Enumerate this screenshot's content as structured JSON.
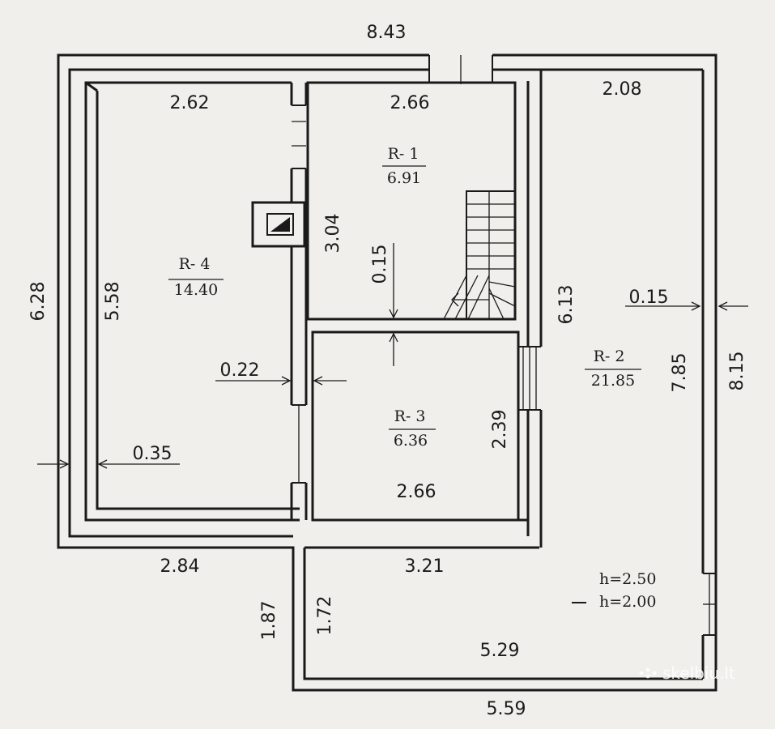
{
  "overall": {
    "top_width": "8.43",
    "left_height": "6.28",
    "right_height": "8.15",
    "bottom_width": "5.59",
    "bottom_left_width": "2.84",
    "annex_height": "1.87"
  },
  "rooms": [
    {
      "id": "R-1",
      "name": "R- 1",
      "area": "6.91",
      "width": "2.66",
      "height": "3.04",
      "wall": "0.15"
    },
    {
      "id": "R-2",
      "name": "R- 2",
      "area": "21.85",
      "width": "2.08",
      "height_a": "6.13",
      "height_b": "7.85",
      "wall": "0.15"
    },
    {
      "id": "R-3",
      "name": "R- 3",
      "area": "6.36",
      "width": "2.66",
      "height": "2.39"
    },
    {
      "id": "R-4",
      "name": "R- 4",
      "area": "14.40",
      "width": "2.62",
      "height": "5.58",
      "wall_inner": "0.22",
      "wall_outer": "0.35"
    }
  ],
  "annex": {
    "width_top": "3.21",
    "width_inner": "5.29",
    "height_inner": "1.72",
    "h_main": "h=2.50",
    "h_low": "h=2.00"
  },
  "watermark": "skelbiu.lt"
}
